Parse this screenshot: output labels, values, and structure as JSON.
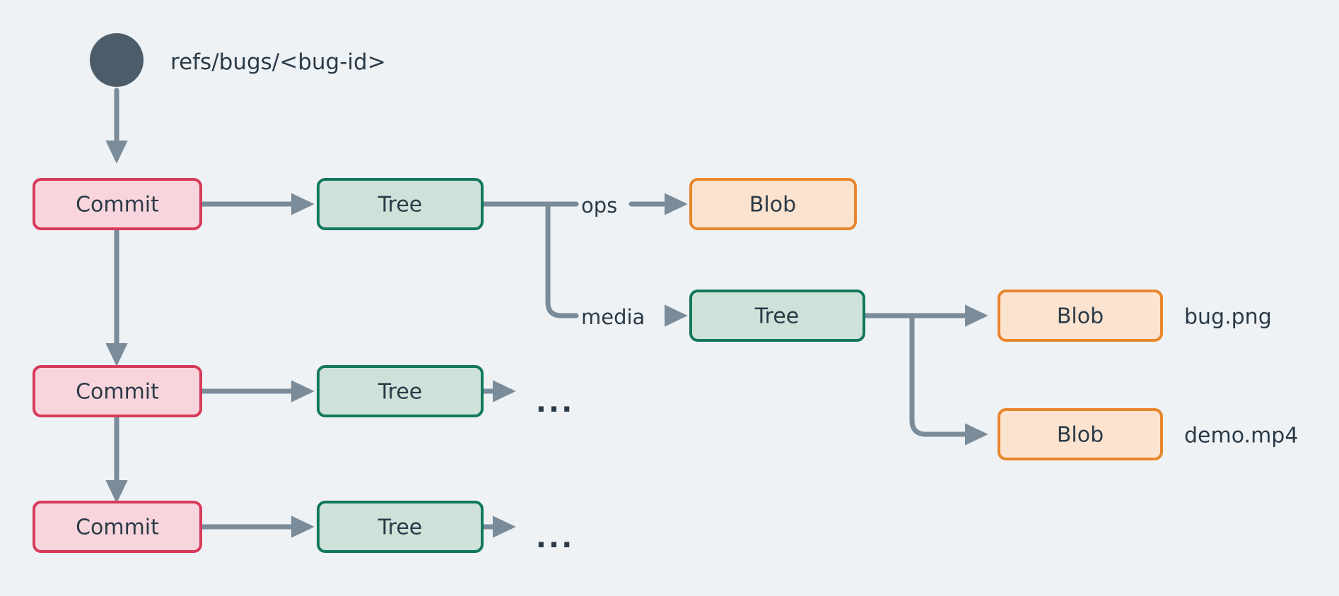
{
  "diagram": {
    "background_color": "#eef2f5",
    "ref_label": "refs/bugs/<bug-id>",
    "root_node": {
      "name": "root-ref-dot",
      "color": "#4c5c68"
    },
    "palette": {
      "commit_fill": "#f8d5dc",
      "commit_stroke": "#d83a5a",
      "tree_fill": "#cfe2da",
      "tree_stroke": "#12785c",
      "blob_fill": "#fbe3cf",
      "blob_stroke": "#e8862b",
      "edge": "#7a8b99",
      "text": "#2b3a47"
    },
    "commits": [
      {
        "label": "Commit"
      },
      {
        "label": "Commit"
      },
      {
        "label": "Commit"
      }
    ],
    "trees": [
      {
        "label": "Tree"
      },
      {
        "label": "Tree"
      },
      {
        "label": "Tree"
      },
      {
        "label": "Tree"
      }
    ],
    "blobs": [
      {
        "label": "Blob",
        "filename": ""
      },
      {
        "label": "Blob",
        "filename": "bug.png"
      },
      {
        "label": "Blob",
        "filename": "demo.mp4"
      }
    ],
    "edge_labels": {
      "ops": "ops",
      "media": "media"
    },
    "ellipsis": [
      {
        "text": "..."
      },
      {
        "text": "..."
      }
    ]
  }
}
